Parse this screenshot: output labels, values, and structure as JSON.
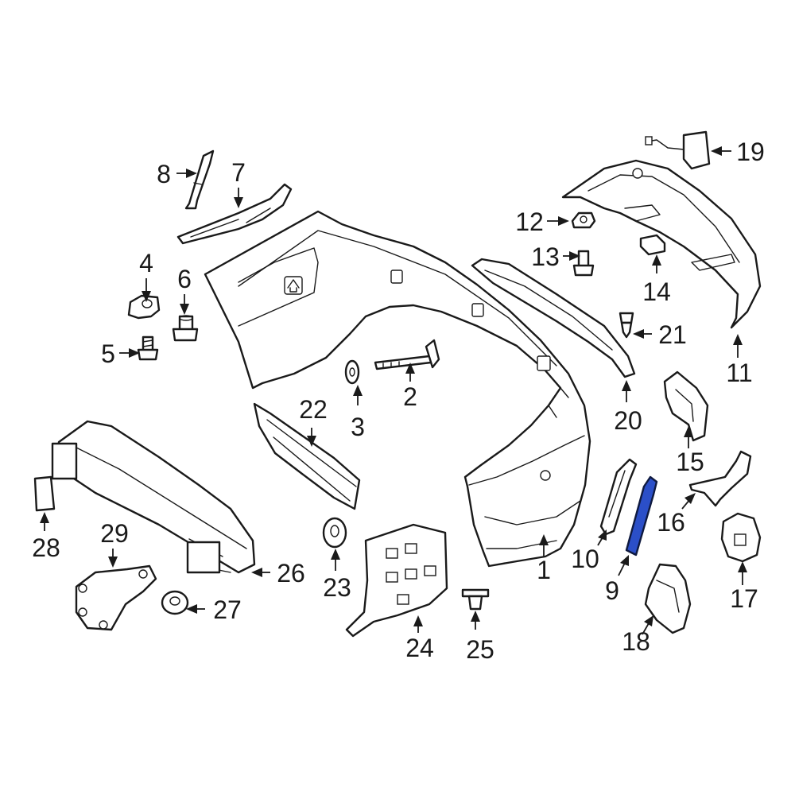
{
  "diagram": {
    "callouts": [
      {
        "id": "1",
        "label": "1"
      },
      {
        "id": "2",
        "label": "2"
      },
      {
        "id": "3",
        "label": "3"
      },
      {
        "id": "4",
        "label": "4"
      },
      {
        "id": "5",
        "label": "5"
      },
      {
        "id": "6",
        "label": "6"
      },
      {
        "id": "7",
        "label": "7"
      },
      {
        "id": "8",
        "label": "8"
      },
      {
        "id": "9",
        "label": "9"
      },
      {
        "id": "10",
        "label": "10"
      },
      {
        "id": "11",
        "label": "11"
      },
      {
        "id": "12",
        "label": "12"
      },
      {
        "id": "13",
        "label": "13"
      },
      {
        "id": "14",
        "label": "14"
      },
      {
        "id": "15",
        "label": "15"
      },
      {
        "id": "16",
        "label": "16"
      },
      {
        "id": "17",
        "label": "17"
      },
      {
        "id": "18",
        "label": "18"
      },
      {
        "id": "19",
        "label": "19"
      },
      {
        "id": "20",
        "label": "20"
      },
      {
        "id": "21",
        "label": "21"
      },
      {
        "id": "22",
        "label": "22"
      },
      {
        "id": "23",
        "label": "23"
      },
      {
        "id": "24",
        "label": "24"
      },
      {
        "id": "25",
        "label": "25"
      },
      {
        "id": "26",
        "label": "26"
      },
      {
        "id": "27",
        "label": "27"
      },
      {
        "id": "28",
        "label": "28"
      },
      {
        "id": "29",
        "label": "29"
      }
    ],
    "highlighted_part": "9",
    "colors": {
      "line": "#1a1a1a",
      "highlight": "#2b4fc8",
      "background": "#ffffff"
    }
  }
}
